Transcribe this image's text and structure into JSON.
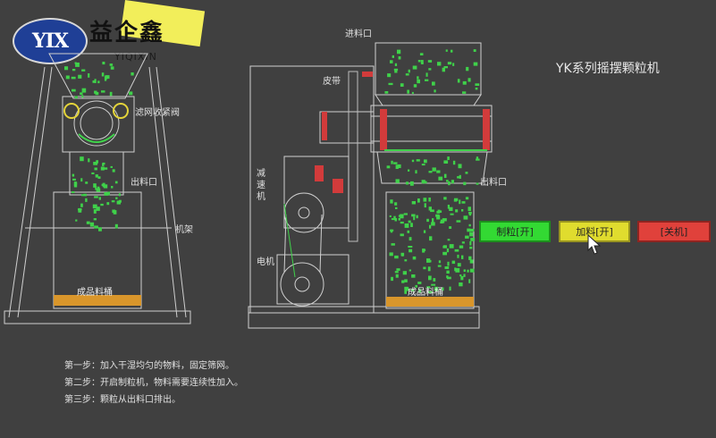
{
  "logo": {
    "oval_text": "YIX",
    "cn_text": "益企鑫",
    "en_text": "YIQIXIN"
  },
  "title": "YK系列摇摆颗粒机",
  "labels": {
    "left_screen": "滤网收紧阀",
    "left_outlet": "出料口",
    "frame": "机架",
    "left_bucket": "成品料桶",
    "inlet": "进料口",
    "belt": "皮带",
    "reducer": "减\n速\n机",
    "motor": "电机",
    "right_outlet": "出料口",
    "right_bucket": "成品料桶"
  },
  "buttons": {
    "make": "制粒[开]",
    "feed": "加料[开]",
    "stop": "[关机]"
  },
  "steps": [
    "第一步：加入干湿均匀的物料，固定筛网。",
    "第二步：开启制粒机，物料需要连续性加入。",
    "第三步：颗粒从出料口排出。"
  ],
  "colors": {
    "background": "#404040",
    "granule": "#3fd14a",
    "bucket_fill": "#d9962b",
    "line": "#d0d0d0",
    "red_part": "#d23b3b"
  }
}
